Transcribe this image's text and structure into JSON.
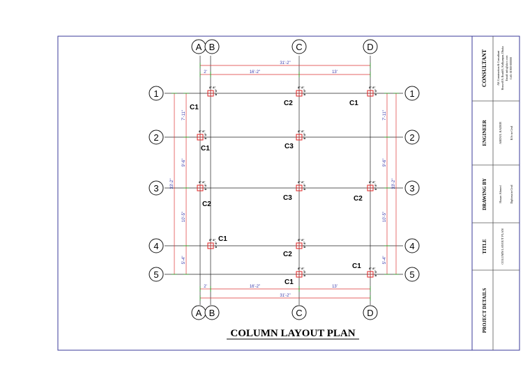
{
  "title": "COLUMN  LAYOUT PLAN",
  "grid": {
    "col_labels": [
      "A",
      "B",
      "C",
      "D"
    ],
    "row_labels": [
      "1",
      "2",
      "3",
      "4",
      "5"
    ]
  },
  "dimensions": {
    "top_total": "31'-2\"",
    "top_ab": "2'",
    "top_bc": "16'-2\"",
    "top_cd": "13'",
    "bottom_total": "31'-2\"",
    "bottom_ab": "2'",
    "bottom_bc": "16'-2\"",
    "bottom_cd": "13'",
    "left_total": "33'-2\"",
    "left_12": "7'-11\"",
    "left_23": "9'-6\"",
    "left_34": "10'-5\"",
    "left_45": "5'-4\"",
    "right_total": "33'-2\"",
    "right_12": "7'-11\"",
    "right_23": "9'-6\"",
    "right_34": "10'-5\"",
    "right_45": "5'-4\""
  },
  "column_labels": {
    "r1_b": "C1",
    "r1_c": "C2",
    "r1_d": "C1",
    "r2_b": "C1",
    "r2_c": "C3",
    "r3_b": "C2",
    "r3_c": "C3",
    "r3_d": "C2",
    "r4_a": "C1",
    "r4_c": "C2",
    "r5_c": "C1",
    "r5_d": "C1"
  },
  "col_dim_text": "8\"",
  "title_block": {
    "consultant_heading": "CONSULTANT",
    "consultant_lines": [
      "AK Construction & Consultant",
      "House#19, Road#3, Kallyanpur, Dhaka",
      "Email: info@akcc.com",
      "Cell: 01900-000000"
    ],
    "engineer_heading": "ENGINEER",
    "engineer_name": "ABDUL KADER",
    "engineer_sub": "B.Sc in Civil",
    "drawing_by_heading": "DRAWING BY",
    "drawing_by_name": "Hasan Ahmed",
    "drawing_by_sub": "Diploma in Civil",
    "title_heading": "TITLE",
    "title_value": "COLUMN LAYOUT PLAN",
    "project_heading": "PROJECT DETAILS"
  }
}
